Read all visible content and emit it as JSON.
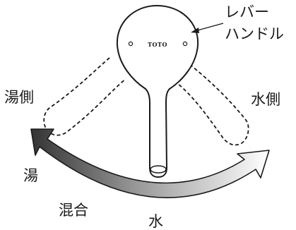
{
  "diagram": {
    "callout_line1": "レバー",
    "callout_line2": "ハンドル",
    "brand_mark": "TOTO",
    "label_hot_side": "湯側",
    "label_cold_side": "水側",
    "label_hot": "湯",
    "label_mixed": "混合",
    "label_cold": "水"
  },
  "colors": {
    "line": "#1a1a1a",
    "arrow_dark": "#3a3a3a",
    "arrow_light": "#ffffff",
    "background": "#ffffff"
  }
}
